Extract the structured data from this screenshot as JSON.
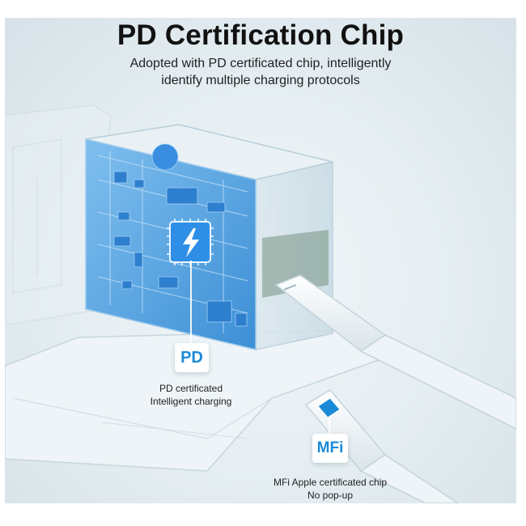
{
  "header": {
    "title": "PD Certification Chip",
    "subtitle_line1": "Adopted with PD certificated chip, intelligently",
    "subtitle_line2": "identify multiple charging protocols"
  },
  "callouts": {
    "pd": {
      "badge": "PD",
      "line1": "PD certificated",
      "line2": "Intelligent charging"
    },
    "mfi": {
      "badge": "MFi",
      "line1": "MFi Apple certificated chip",
      "line2": "No pop-up"
    }
  },
  "colors": {
    "accent": "#1b8ad6",
    "chip_blue": "#2f8fe6",
    "board_blue": "#5aa7e6",
    "title_text": "#111111"
  },
  "icons": {
    "chip": "lightning-chip-icon",
    "cable_chip": "mfi-chip-icon"
  }
}
